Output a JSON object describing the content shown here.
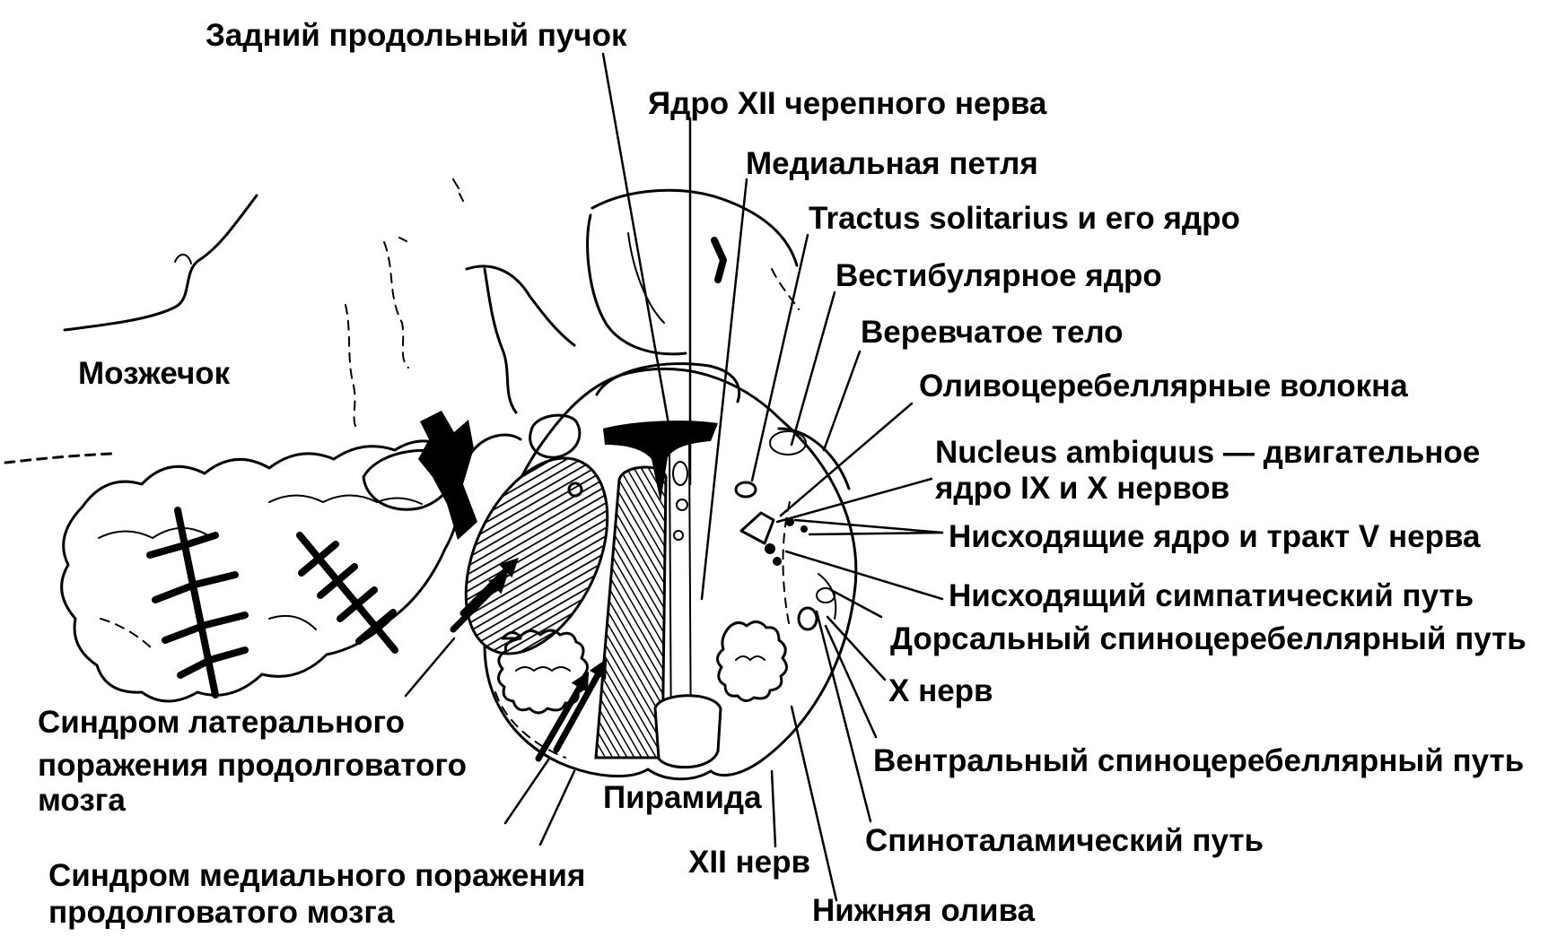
{
  "labels": {
    "mlf": "Задний продольный пучок",
    "hypoglossal_nucleus": "Ядро XII черепного нерва",
    "medial_lemniscus": "Медиальная петля",
    "tractus_solitarius": "Tractus solitarius и его ядро",
    "vestibular_nucleus": "Вестибулярное ядро",
    "restiform_body": "Веревчатое тело",
    "olivocerebellar": "Оливоцеребеллярные волокна",
    "nucleus_ambiguus": [
      "Nucleus ambiquus — двигательное",
      "ядро IX и X нервов"
    ],
    "spinal_trigeminal": "Нисходящие ядро и тракт V нерва",
    "sympathetic": "Нисходящий симпатический путь",
    "dorsal_spinocerebellar": "Дорсальный спиноцеребеллярный путь",
    "vagus_nerve": "X нерв",
    "ventral_spinocerebellar": "Вентральный спиноцеребеллярный путь",
    "spinothalamic": "Спиноталамический путь",
    "inferior_olive": "Нижняя олива",
    "hypoglossal_nerve": "XII нерв",
    "pyramid": "Пирамида",
    "cerebellum": "Мозжечок",
    "lateral_syndrome": [
      "Синдром латерального",
      "поражения продолговатого",
      "мозга"
    ],
    "medial_syndrome": [
      "Синдром медиального поражения",
      "продолговатого мозга"
    ]
  },
  "colors": {
    "ink": "#000000",
    "background": "#ffffff"
  }
}
